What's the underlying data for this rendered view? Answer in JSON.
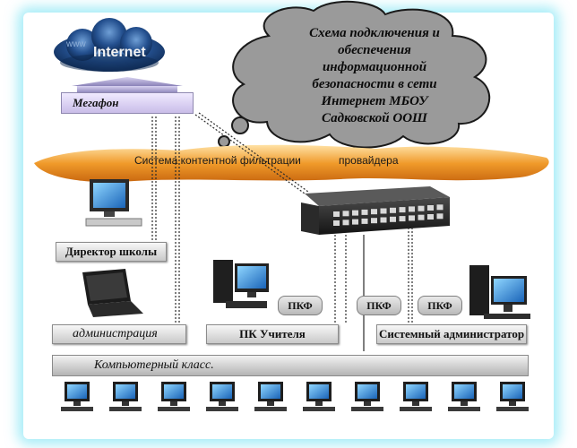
{
  "cloud": {
    "lines": [
      "Схема подключения и",
      "обеспечения",
      "информационной",
      "безопасности в сети",
      "Интернет МБОУ",
      "Садковской ООШ"
    ]
  },
  "internet": {
    "label": "Internet",
    "www": "www"
  },
  "megafon": {
    "label": "Мегафон"
  },
  "filter": {
    "part1": "Система контентной фильтрации",
    "part2": "провайдера"
  },
  "director": {
    "label": "Директор школы"
  },
  "administration": {
    "label": "администрация"
  },
  "teacher": {
    "label": "ПК Учителя"
  },
  "sysadmin": {
    "label": "Системный администратор"
  },
  "pkf": {
    "label": "ПКФ"
  },
  "computer_class": {
    "label": "Компьютерный класс.",
    "workstations": 10
  },
  "colors": {
    "cloud_fill": "#9a9a9a",
    "filter_band": "#f0a030",
    "frame_glow": "#5adcf0",
    "internet_cloud": "#1f4f8a"
  }
}
